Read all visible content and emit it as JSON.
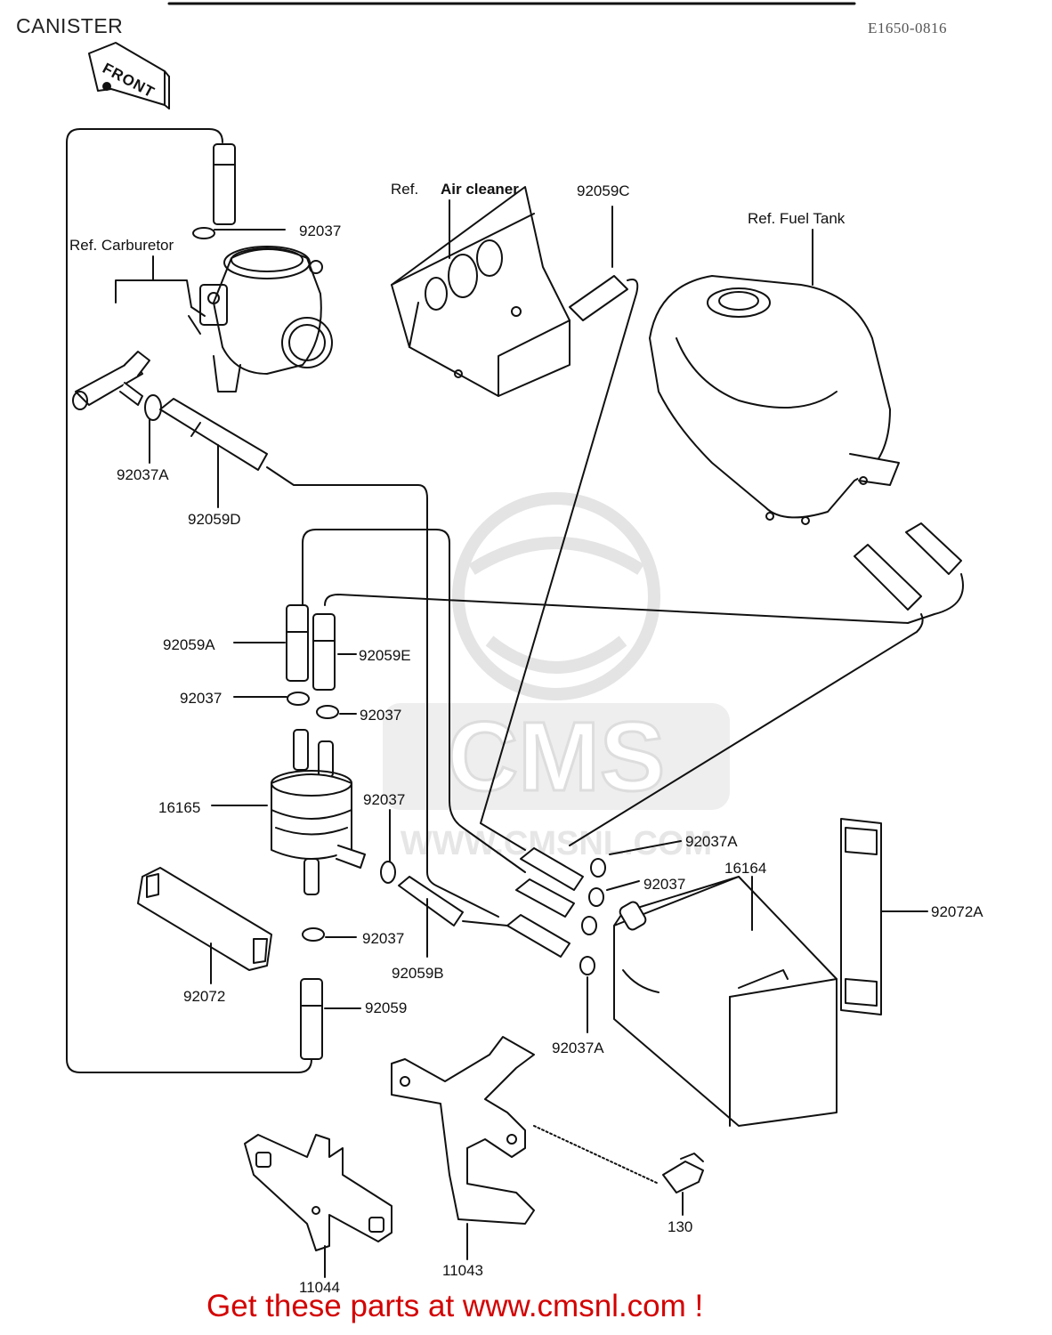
{
  "header": {
    "title": "CANISTER",
    "diagram_code": "E1650-0816"
  },
  "front_arrow": "FRONT",
  "refs": {
    "carburetor": "Ref. Carburetor",
    "air_cleaner_prefix": "Ref.",
    "air_cleaner": "Air cleaner",
    "fuel_tank": "Ref. Fuel Tank"
  },
  "parts": {
    "p92037_top": "92037",
    "p92059C": "92059C",
    "p92037A_left": "92037A",
    "p92059D": "92059D",
    "p92059A": "92059A",
    "p92059E": "92059E",
    "p92037_mid_left": "92037",
    "p92037_mid_right": "92037",
    "p16165": "16165",
    "p92037_center": "92037",
    "p92037A_right": "92037A",
    "p16164": "16164",
    "p92037_right": "92037",
    "p92072A": "92072A",
    "p92037_lower": "92037",
    "p92059B": "92059B",
    "p92072": "92072",
    "p92059": "92059",
    "p92037A_bottom": "92037A",
    "p130": "130",
    "p11043": "11043",
    "p11044": "11044"
  },
  "watermark": {
    "brand": "CMS",
    "url": "WWW.CMSNL.COM"
  },
  "footer": {
    "cta": "Get these parts at www.cmsnl.com !"
  },
  "colors": {
    "line": "#111111",
    "cta": "#d40000",
    "watermark": "#e6e6e6"
  }
}
